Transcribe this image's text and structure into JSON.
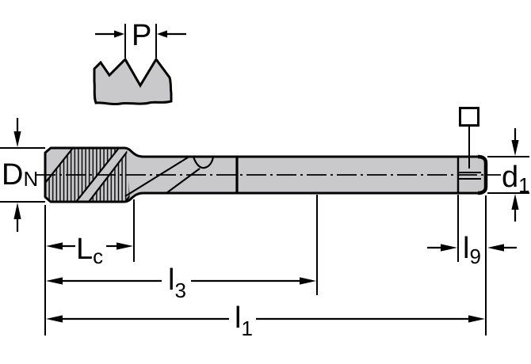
{
  "title": "Tap technical dimension drawing",
  "colors": {
    "background": "#ffffff",
    "tool_fill": "#c9c9cb",
    "line": "#000000"
  },
  "dimensions": {
    "pitch": {
      "label": "P",
      "subscript": ""
    },
    "nominal_diameter": {
      "label": "D",
      "subscript": "N"
    },
    "shank_diameter": {
      "label": "d",
      "subscript": "1"
    },
    "chamfer_length": {
      "label": "L",
      "subscript": "c"
    },
    "flute_length": {
      "label": "l",
      "subscript": "3"
    },
    "overall_length": {
      "label": "l",
      "subscript": "1"
    },
    "square_length": {
      "label": "l",
      "subscript": "9"
    }
  },
  "symbols": {
    "square_drive": "square-drive-icon"
  }
}
